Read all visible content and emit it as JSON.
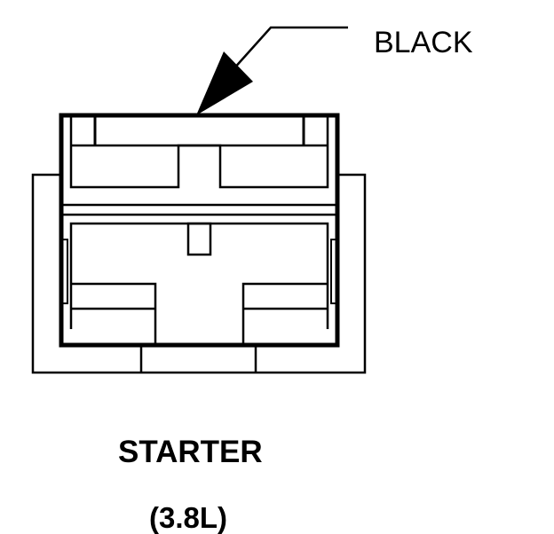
{
  "connector": {
    "color_label": "BLACK",
    "title": "STARTER",
    "subtitle": "(3.8L)"
  },
  "colors": {
    "line": "#000000",
    "background": "#ffffff"
  }
}
